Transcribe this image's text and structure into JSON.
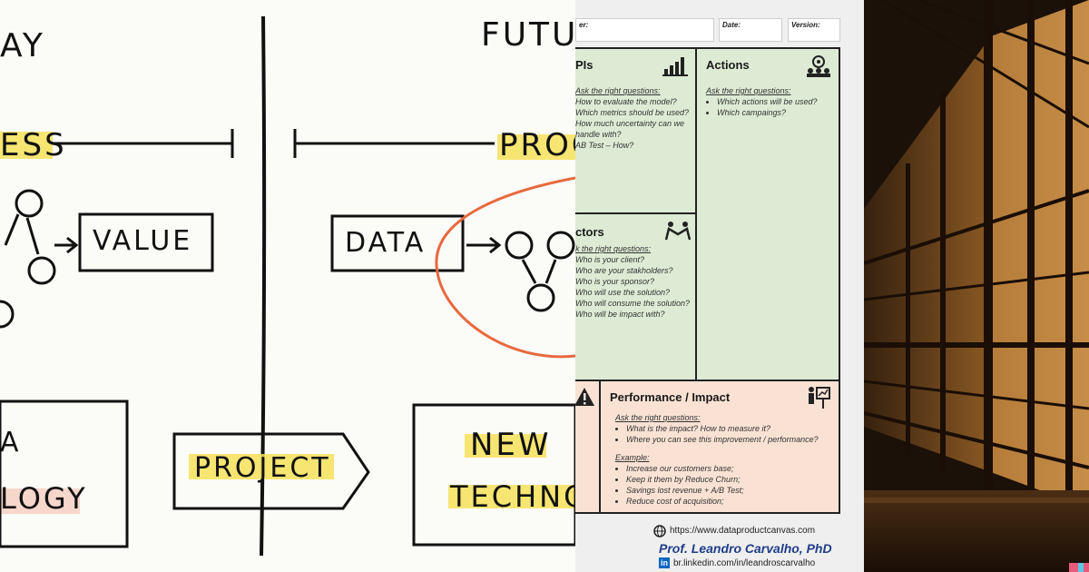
{
  "sketch": {
    "title_left": "AY",
    "title_right": "FUTU",
    "process_left": "ESS",
    "process_right": "PROC",
    "value": "VALUE",
    "data": "DATA",
    "box_left": "LOGY",
    "box_left_top": "A",
    "project": "PROJECT",
    "new": "NEW",
    "techno": "TECHNO"
  },
  "canvas": {
    "header": {
      "owner": "er:",
      "date": "Date:",
      "version": "Version:"
    },
    "kpis": {
      "title": "PIs",
      "ask": "Ask the right questions:",
      "items": [
        "How to evaluate the model?",
        "Which metrics should be used?",
        "How much uncertainty can we handle with?",
        "AB Test – How?"
      ]
    },
    "actions": {
      "title": "Actions",
      "ask": "Ask the right questions:",
      "items": [
        "Which actions will be used?",
        "Which campaings?"
      ]
    },
    "actors": {
      "title": "ctors",
      "ask": "k the right questions:",
      "items": [
        "Who is your client?",
        "Who are your stakholders?",
        "Who is your sponsor?",
        "Who will use the solution?",
        "Who will consume the solution?",
        "Who will be impact with?"
      ]
    },
    "performance": {
      "title": "Performance / Impact",
      "ask": "Ask the right questions:",
      "items": [
        "What is the impact? How to measure it?",
        "Where you can see this improvement / performance?"
      ],
      "example_label": "Example:",
      "examples": [
        "Increase our customers base;",
        "Keep it them by Reduce Churn;",
        "Savings lost revenue + A/B Test;",
        "Reduce cost of acquisition;"
      ]
    },
    "url": "https://www.dataproductcanvas.com",
    "author": "Prof. Leandro Carvalho, PhD",
    "linkedin": "br.linkedin.com/in/leandroscarvalho",
    "colors": {
      "green": "#deebd4",
      "peach": "#f9e2d4",
      "author": "#1f3c88"
    }
  }
}
